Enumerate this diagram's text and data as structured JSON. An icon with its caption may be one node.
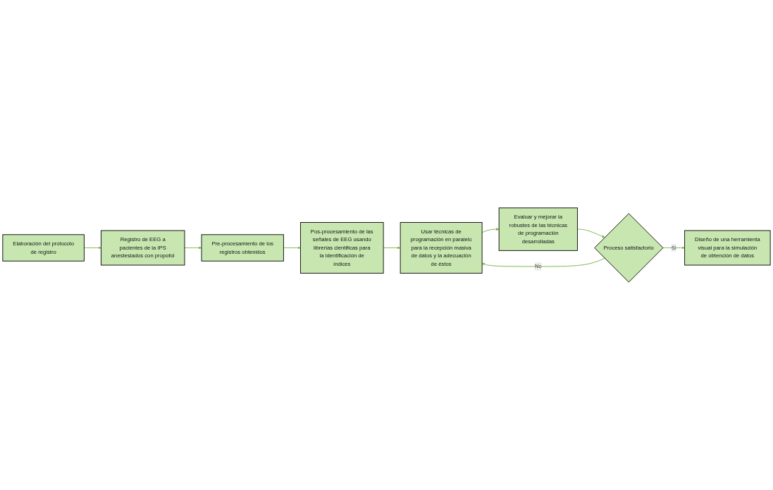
{
  "diagram": {
    "nodes": [
      {
        "text": [
          "Elaboración del protocolo de registro"
        ]
      },
      {
        "text": [
          "Registro de EEG a pacientes de la IPS anestesiados con propofol"
        ]
      },
      {
        "text": [
          "Pre-procesamiento de los registros obtenidos"
        ]
      },
      {
        "text": [
          "Pos-procesamiento de las señales de EEG usando librerias cientificas para la identificación de índices"
        ]
      },
      {
        "text": [
          "Usar técnicas de programación en paralelo para la recepción masiva de datos y la adecuación de éstos"
        ]
      },
      {
        "text": [
          "Evaluar y mejorar la robustes de las técnicas de programación desarrolladas"
        ]
      },
      {
        "text": [
          "Diseño de una herramienta visual para la simulación de obtención de datos"
        ]
      },
      {
        "text": [
          "Proceso satisfactorio"
        ]
      }
    ],
    "edges": [
      {
        "from": 0,
        "to": 1,
        "arrow": "to"
      },
      {
        "from": 1,
        "to": 2,
        "arrow": "to"
      },
      {
        "from": 2,
        "to": 3,
        "arrow": "to"
      },
      {
        "from": 3,
        "to": 4,
        "arrow": "to"
      },
      {
        "from": 4,
        "to": 5,
        "arrow": "to"
      },
      {
        "from": 5,
        "to": 7,
        "arrow": "to"
      },
      {
        "from": 7,
        "to": 4,
        "arrow": "to",
        "label": "No"
      },
      {
        "from": 7,
        "to": 6,
        "arrow": "to",
        "label": "Si"
      }
    ]
  }
}
